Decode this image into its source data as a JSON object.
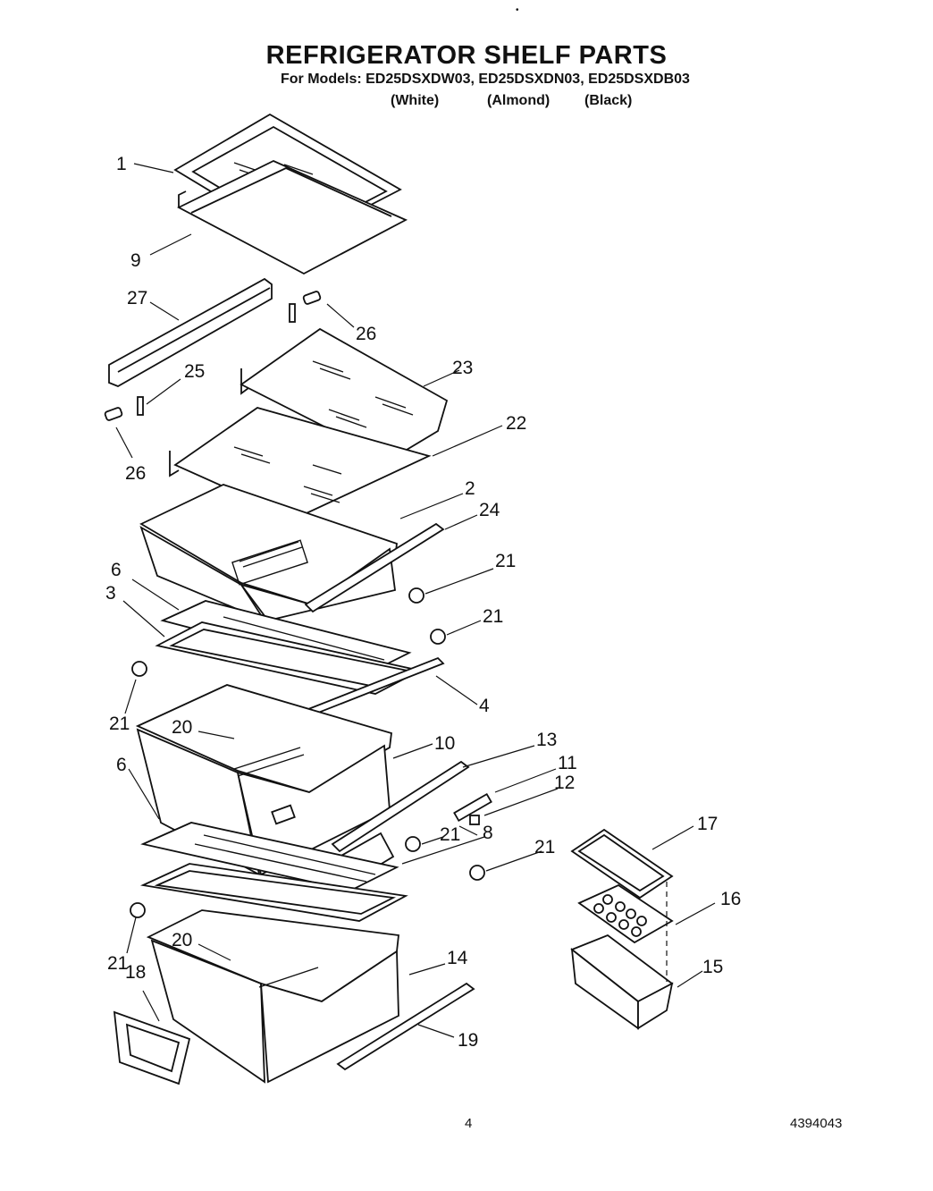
{
  "header": {
    "title": "REFRIGERATOR SHELF PARTS",
    "models_line": "For Models: ED25DSXDW03, ED25DSXDN03, ED25DSXDB03",
    "colors": [
      "(White)",
      "(Almond)",
      "(Black)"
    ]
  },
  "footer": {
    "page_number": "4",
    "document_number": "4394043"
  },
  "callouts": {
    "c1": "1",
    "c9": "9",
    "c27": "27",
    "c26a": "26",
    "c25": "25",
    "c23": "23",
    "c26b": "26",
    "c22": "22",
    "c2": "2",
    "c24": "24",
    "c6a": "6",
    "c21a": "21",
    "c3": "3",
    "c21b": "21",
    "c4": "4",
    "c21c": "21",
    "c20a": "20",
    "c10": "10",
    "c13": "13",
    "c6b": "6",
    "c11": "11",
    "c12": "12",
    "c17": "17",
    "c21d": "21",
    "c8": "8",
    "c21e": "21",
    "c16": "16",
    "c21f": "21",
    "c20b": "20",
    "c14": "14",
    "c18": "18",
    "c15": "15",
    "c19": "19"
  }
}
